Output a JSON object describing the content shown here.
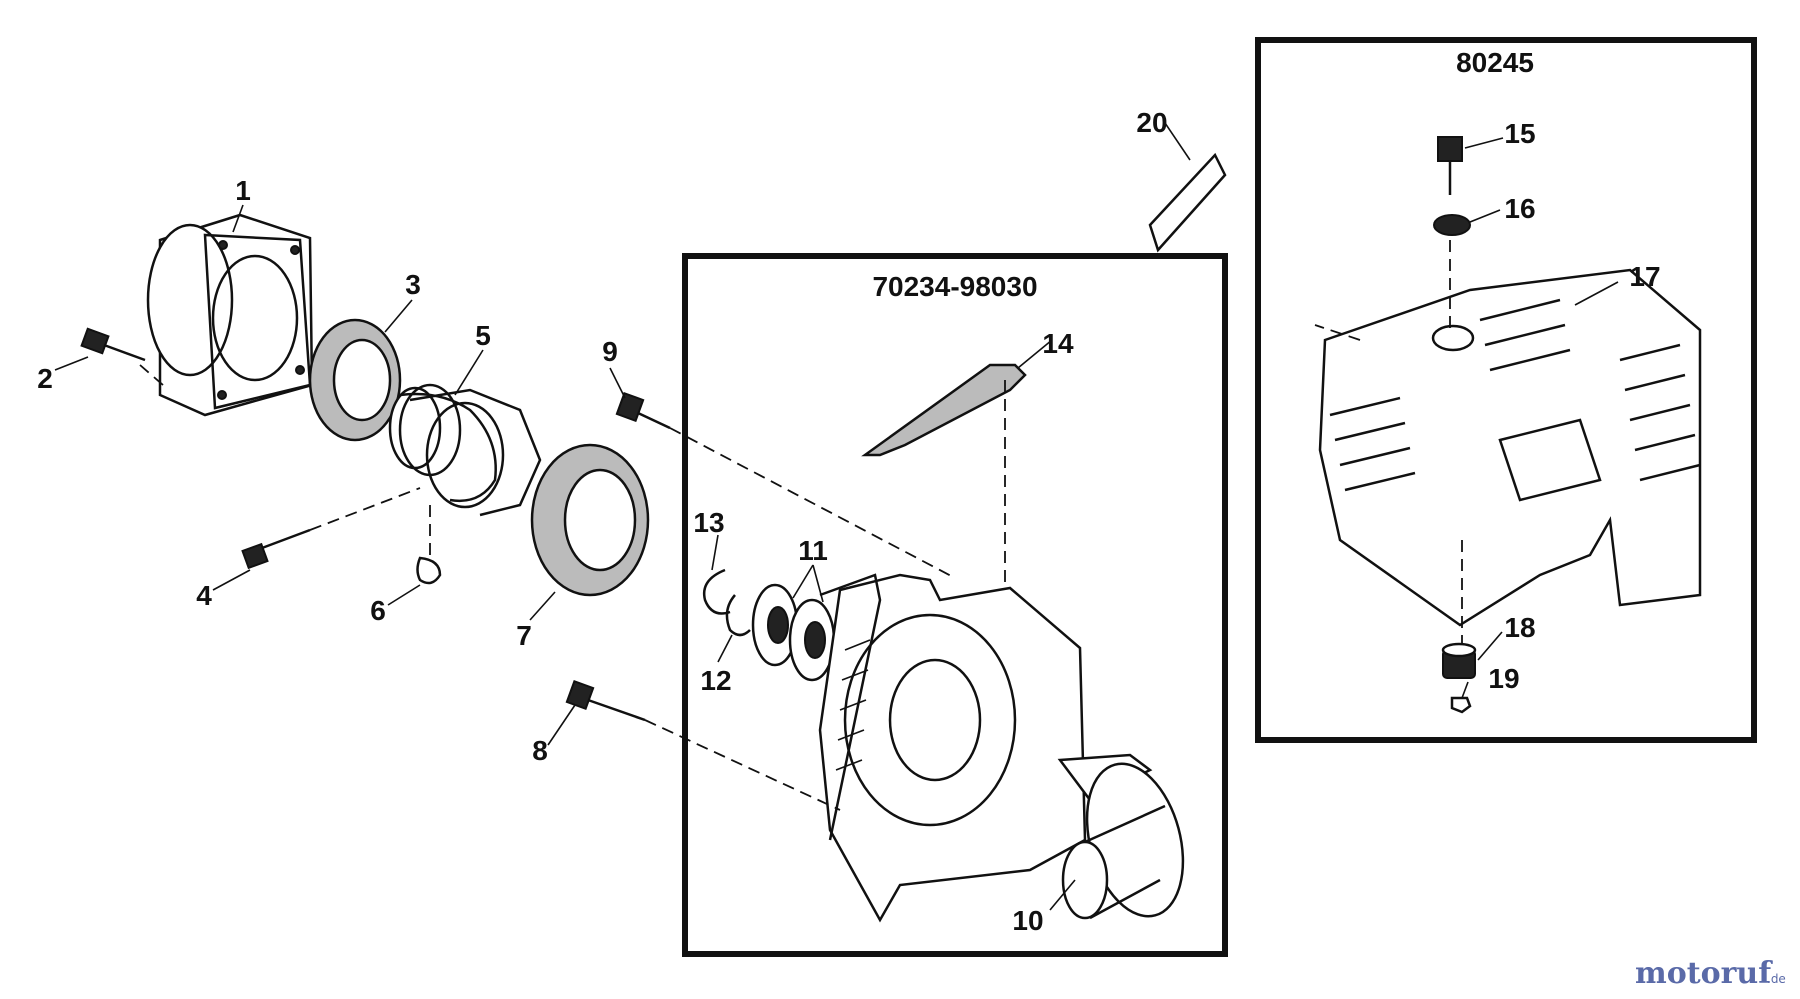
{
  "kits": [
    {
      "id": "box-70234",
      "label": "70234-98030"
    },
    {
      "id": "box-80245",
      "label": "80245"
    }
  ],
  "callouts": [
    "1",
    "2",
    "3",
    "4",
    "5",
    "6",
    "7",
    "8",
    "9",
    "10",
    "11",
    "12",
    "13",
    "14",
    "15",
    "16",
    "17",
    "18",
    "19",
    "20"
  ],
  "watermark": {
    "brand": "motoruf",
    "tld": ".de"
  }
}
